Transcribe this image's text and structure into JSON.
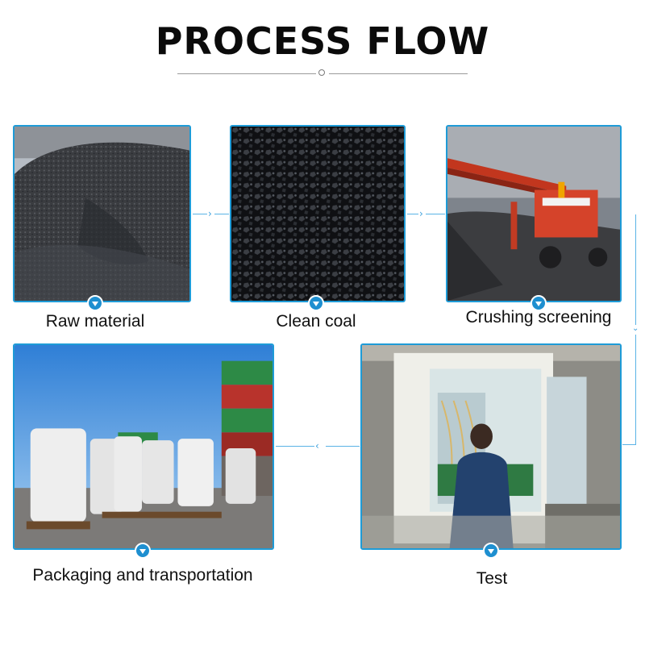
{
  "header": {
    "title": "PROCESS FLOW"
  },
  "steps": [
    {
      "label": "Raw material"
    },
    {
      "label": "Clean coal"
    },
    {
      "label": "Crushing screening"
    },
    {
      "label": "Test"
    },
    {
      "label": "Packaging and transportation"
    }
  ],
  "icons": {
    "badge": "chevron-down-icon",
    "flow_right": "chevron-right-icon",
    "flow_down": "chevron-down-icon",
    "flow_left": "chevron-left-icon"
  },
  "colors": {
    "accent": "#1e9bd7",
    "badge": "#1e8fd0",
    "connector": "#5ab3e6"
  }
}
